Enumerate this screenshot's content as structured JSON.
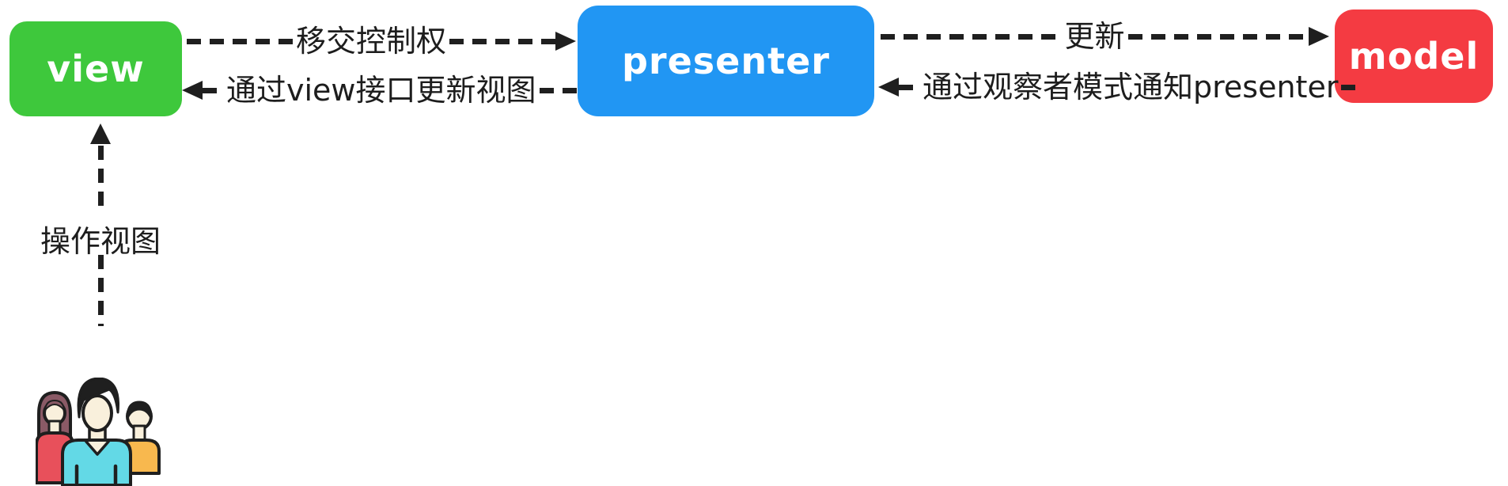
{
  "diagram": {
    "type": "mvp-architecture-flow",
    "background": "#ffffff",
    "arrow_color": "#1f1f1f",
    "label_text_color": "#1d1d1d"
  },
  "boxes": {
    "view": {
      "label": "view",
      "color": "#3ec83c",
      "text_color": "#ffffff"
    },
    "presenter": {
      "label": "presenter",
      "color": "#2196f3",
      "text_color": "#ffffff"
    },
    "model": {
      "label": "model",
      "color": "#f43b42",
      "text_color": "#ffffff"
    }
  },
  "arrows": {
    "view_to_presenter": {
      "label": "移交控制权",
      "direction": "right",
      "style": "dashed"
    },
    "presenter_to_view": {
      "label": "通过view接口更新视图",
      "direction": "left",
      "style": "dashed"
    },
    "presenter_to_model": {
      "label": "更新",
      "direction": "right",
      "style": "dashed"
    },
    "model_to_presenter": {
      "label": "通过观察者模式通知presenter",
      "direction": "left",
      "style": "dashed"
    },
    "user_to_view": {
      "label": "操作视图",
      "direction": "up",
      "style": "dashed"
    }
  },
  "icons": {
    "users_group": {
      "name": "users-group-icon",
      "colors": {
        "outline": "#1f1f1f",
        "skin": "#f9f0dc",
        "woman_hair": "#8a5a66",
        "woman_shirt": "#e8505b",
        "man_hair": "#1f1f1f",
        "man_shirt": "#63d9e6",
        "boy_shirt": "#f8b84e"
      }
    }
  }
}
